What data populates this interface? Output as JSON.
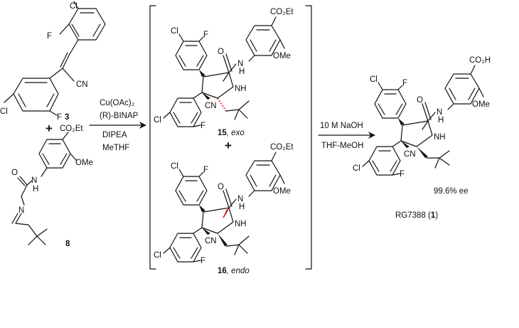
{
  "reactants": {
    "compound_3": {
      "number": "3",
      "atoms": {
        "cl_top": "Cl",
        "f": "F",
        "cn": "CN",
        "cl_left": "Cl",
        "f2": "F"
      }
    },
    "plus": "+",
    "compound_8": {
      "number": "8",
      "atoms": {
        "co2et": "CO₂Et",
        "ome": "OMe",
        "o": "O",
        "h": "H",
        "n_amide": "N",
        "n_imine": "N"
      }
    }
  },
  "step1": {
    "reagents": [
      "Cu(OAc)₂",
      "(R)-BINAP",
      "DIPEA",
      "MeTHF"
    ]
  },
  "intermediates": {
    "exo": {
      "number": "15",
      "label": ", exo",
      "atoms": {
        "co2et": "CO₂Et",
        "cl": "Cl",
        "f": "F",
        "o": "O",
        "nh_amide": "N",
        "h": "H",
        "ome": "OMe",
        "nh_ring": "NH",
        "cn": "CN",
        "cl2": "Cl",
        "f2": "F"
      }
    },
    "plus": "+",
    "endo": {
      "number": "16",
      "label": ", endo",
      "atoms": {
        "co2et": "CO₂Et",
        "cl": "Cl",
        "f": "F",
        "o": "O",
        "nh_amide": "N",
        "h": "H",
        "ome": "OMe",
        "nh_ring": "NH",
        "cn": "CN",
        "cl2": "Cl",
        "f2": "F"
      }
    }
  },
  "step2": {
    "reagents": [
      "10 M NaOH",
      "THF-MeOH"
    ]
  },
  "product": {
    "name": "RG7388 (",
    "number": "1",
    "name_close": ")",
    "ee": "99.6% ee",
    "atoms": {
      "co2h": "CO₂H",
      "cl": "Cl",
      "f": "F",
      "o": "O",
      "nh_amide": "N",
      "h": "H",
      "ome": "OMe",
      "nh_ring": "NH",
      "cn": "CN",
      "cl2": "Cl",
      "f2": "F"
    }
  }
}
